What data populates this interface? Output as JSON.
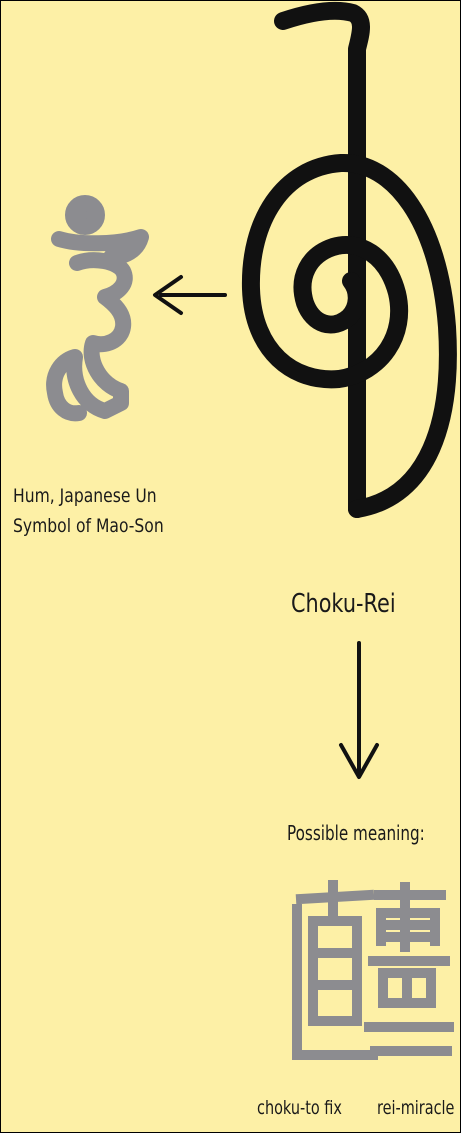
{
  "colors": {
    "background": "#fdf0a6",
    "ink": "#111111",
    "symbol_gray": "#8c8c90"
  },
  "symbols": {
    "main_symbol_icon": "choku-rei-spiral-icon",
    "sanskrit_icon": "hum-sanskrit-icon",
    "kanji_icon": "choku-rei-kanji-icon"
  },
  "labels": {
    "hum_line1": "Hum, Japanese Un",
    "hum_line2": "Symbol of Mao-Son",
    "main_name": "Choku-Rei",
    "possible_meaning": "Possible meaning:",
    "choku_meaning": "choku-to fix",
    "rei_meaning": "rei-miracle"
  }
}
